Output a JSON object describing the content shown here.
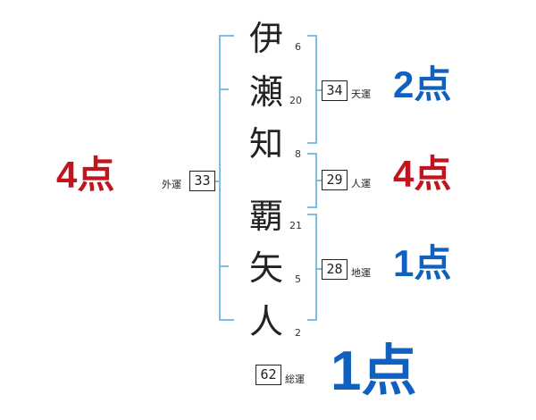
{
  "colors": {
    "bracket": "#7bbfe6",
    "red": "#c0141e",
    "blue": "#1060c0"
  },
  "kanji": [
    {
      "char": "伊",
      "strokes": "6"
    },
    {
      "char": "瀬",
      "strokes": "20"
    },
    {
      "char": "知",
      "strokes": "8"
    },
    {
      "char": "覇",
      "strokes": "21"
    },
    {
      "char": "矢",
      "strokes": "5"
    },
    {
      "char": "人",
      "strokes": "2"
    }
  ],
  "fortunes": {
    "gaiun": {
      "label": "外運",
      "value": "33",
      "score": "4点",
      "color": "red"
    },
    "tenun": {
      "label": "天運",
      "value": "34",
      "score": "2点",
      "color": "blue"
    },
    "jinun": {
      "label": "人運",
      "value": "29",
      "score": "4点",
      "color": "red"
    },
    "chiun": {
      "label": "地運",
      "value": "28",
      "score": "1点",
      "color": "blue"
    },
    "souun": {
      "label": "総運",
      "value": "62",
      "score": "1点",
      "color": "blue"
    }
  }
}
